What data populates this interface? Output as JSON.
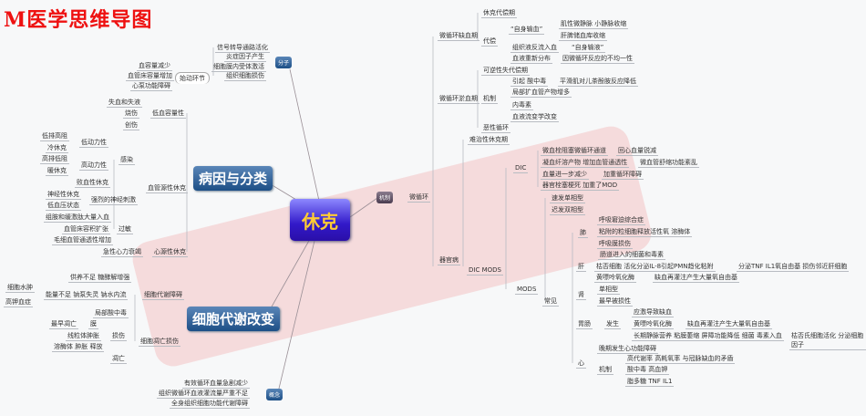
{
  "logo": "M医学思维导图",
  "center": "休克",
  "nodes": {
    "fenzi": "分子",
    "fz1": "信号转导通路活化",
    "fz2": "炎症因子产生",
    "fz3": "细胞膜内受体激活",
    "fz4": "组织细胞损伤",
    "shidong": "始动环节",
    "sd1": "血容量减少",
    "sd2": "血管床容量增加",
    "sd3": "心泵功能障碍",
    "bingyin": "病因与分类",
    "dixrl": "低血容量性",
    "dx1": "失血和失液",
    "dx2": "烧伤",
    "dx3": "创伤",
    "xgy": "血管源性休克",
    "ganran": "感染",
    "didl": "低动力性",
    "dd1": "低排高阻",
    "dd2": "冷休克",
    "gaodl": "高动力性",
    "gd1": "高排低阻",
    "gd2": "暖休克",
    "bxx": "败血性休克",
    "sjcj": "强烈的神经刺激",
    "sj1": "神经性休克",
    "sj2": "低血压状态",
    "guomin": "过敏",
    "gm1": "组胺和缓激肽大量入血",
    "gm2": "血管床容积扩张",
    "gm3": "毛细血管通透性增加",
    "xyx": "心源性休克",
    "xy1": "急性心力衰竭",
    "xbdx": "细胞代谢改变",
    "dxza": "细胞代谢障碍",
    "dz1": "供养不足 糖酵解增强",
    "dz2": "能量不足 钠泵失灵 钠水内流",
    "dz2a": "细胞水肿",
    "dz2b": "高钾血症",
    "dz3": "局部酸中毒",
    "dwss": "细胞凋亡损伤",
    "sunshang": "损伤",
    "mo": "膜",
    "mo1": "最早凋亡",
    "ss2": "线粒体肿胀",
    "ss3": "溶酶体 肿胀 释放",
    "diaowang": "凋亡",
    "gainian": "概念",
    "gn1": "有效循环血量急剧减少",
    "gn2": "组织微循环血液灌流量严重不足",
    "gn3": "全身组织细胞功能代谢障碍",
    "jizhi": "机制",
    "wxh": "微循环",
    "qgb": "器官病",
    "qxq": "微循环缺血期",
    "qx1": "休克代偿期",
    "qx2": "代偿",
    "zssx": "“自身输血”",
    "zs1": "肌性微静脉 小静脉收缩",
    "zs2": "肝脾储血库收缩",
    "zzy": "组织液反流入血",
    "zsy": "“自身输液”",
    "xycx": "血液重新分布",
    "xyc1": "因微循环反应的不均一性",
    "yxq": "微循环淤血期",
    "yx1": "可逆性失代偿期",
    "yx2": "机制",
    "yj1": "引起 酸中毒",
    "yj1a": "平滑肌对儿茶酚胺反应降低",
    "yj2": "局部扩血管产物增多",
    "yj3": "内毒素",
    "yj4": "血液流变学改变",
    "yx3": "恶性循环",
    "nzq": "难治性休克期",
    "dicmods": "DIC  MODS",
    "dic": "DIC",
    "dic1": "微血栓阻塞微循环通道",
    "dic1a": "回心血量锐减",
    "dic2": "凝血纤溶产物 增加血管通透性",
    "dic2a": "微血管舒缩功能紊乱",
    "dic3": "血量进一步减少",
    "dic3a": "加重循环障碍",
    "dic4": "器官栓塞梗死 加重了MOD",
    "mods": "MODS",
    "m1": "速发单相型",
    "m2": "迟发双相型",
    "changjian": "常见",
    "fei": "肺",
    "f1": "呼吸窘迫综合症",
    "f2": "粘附的粒细胞释放活性氧 溶酶体",
    "f3": "呼吸膜损伤",
    "gan": "肝",
    "g1": "肠道进入的细菌和毒素",
    "g2": "枯否细胞 活化分泌IL-8引起PMN趋化粘附",
    "g2a": "分泌TNF IL1氧自由基 损伤邻近肝细胞",
    "g3": "黄嘌呤氧化酶",
    "g3a": "缺血再灌注产生大量氧自由基",
    "shen": "肾",
    "s1": "单相型",
    "s2": "最早被损性",
    "weichang": "胃肠",
    "fasheng": "发生",
    "w1": "应激导致缺血",
    "w2": "黄嘌呤氧化酶",
    "w2a": "缺血再灌注产生大量氧自由基",
    "w3": "长期静脉营养 粘膜萎缩 屏障功能降低 细菌 毒素入血",
    "w3a": "枯否氏细胞活化 分泌细胞因子",
    "xin": "心",
    "x1": "晚期发生心功能障碍",
    "xjz": "机制",
    "xj1": "高代谢率 高耗氧率 与冠脉缺血的矛盾",
    "xj2": "酸中毒 高血钾",
    "xj3": "脂多糖 TNF IL1"
  }
}
